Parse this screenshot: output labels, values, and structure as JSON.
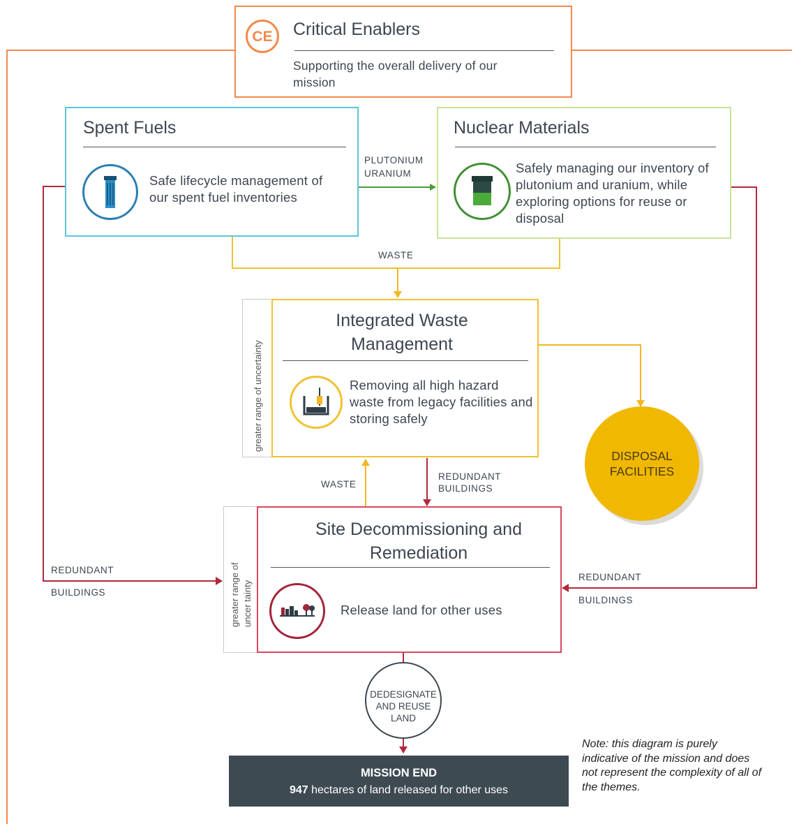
{
  "critical_enablers": {
    "badge": "CE",
    "title": "Critical Enablers",
    "description": "Supporting the overall delivery of our mission",
    "color": "#f28a4a"
  },
  "spent_fuels": {
    "title": "Spent Fuels",
    "description": "Safe lifecycle management of our spent fuel inventories",
    "icon": "fuel-rod-icon",
    "color": "#5bc4dc"
  },
  "nuclear_materials": {
    "title": "Nuclear Materials",
    "description": "Safely managing our inventory of plutonium and uranium, while exploring options for reuse or disposal",
    "icon": "container-drum-icon",
    "color": "#c9e29a"
  },
  "integrated_waste": {
    "title": "Integrated Waste Management",
    "description": "Removing all high hazard waste from legacy facilities and storing safely",
    "icon": "waste-facility-icon",
    "side_label": "greater range of uncertainty",
    "color": "#f1c232"
  },
  "site_decommissioning": {
    "title": "Site Decommissioning and Remediation",
    "description": "Release land for other uses",
    "icon": "land-buildings-icon",
    "side_label_line1": "greater range of",
    "side_label_line2": "uncer tainty",
    "color": "#d9475f"
  },
  "flow_labels": {
    "plutonium": "PLUTONIUM",
    "uranium": "URANIUM",
    "waste_top": "WASTE",
    "waste_mid": "WASTE",
    "redundant_mid_1": "REDUNDANT",
    "redundant_mid_2": "BUILDINGS",
    "redundant_left_1": "REDUNDANT",
    "redundant_left_2": "BUILDINGS",
    "redundant_right_1": "REDUNDANT",
    "redundant_right_2": "BUILDINGS"
  },
  "disposal": {
    "line1": "DISPOSAL",
    "line2": "FACILITIES",
    "color": "#f0b800"
  },
  "dedesignate": {
    "line1": "DEDESIGNATE",
    "line2": "AND REUSE",
    "line3": "LAND"
  },
  "mission_end": {
    "title": "MISSION END",
    "hectares": "947",
    "text": "hectares of land released for other uses",
    "color": "#3e4a52"
  },
  "note": "Note: this diagram is purely indicative of the mission and does not represent the complexity of all of the themes."
}
